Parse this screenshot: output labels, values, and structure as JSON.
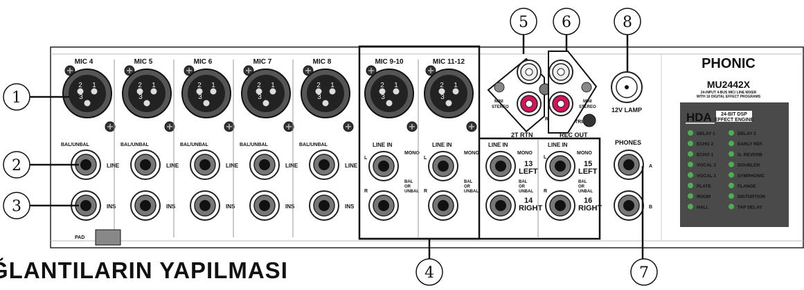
{
  "heading": "ĞLANTILARIN YAPILMASI",
  "mic_channels": [
    "MIC 4",
    "MIC 5",
    "MIC 6",
    "MIC 7",
    "MIC 8"
  ],
  "stereo_mics": [
    "MIC 9-10",
    "MIC 11-12"
  ],
  "bal_unbal": "BAL/UNBAL",
  "line": "LINE",
  "ins": "INS",
  "pad": "PAD",
  "line_in": "LINE IN",
  "mono": "MONO",
  "bal_or_unbal": [
    "BAL",
    "OR",
    "UNBAL"
  ],
  "l": "L",
  "r": "R",
  "ch13": [
    "13",
    "LEFT"
  ],
  "ch14": [
    "14",
    "RIGHT"
  ],
  "ch15": [
    "15",
    "LEFT"
  ],
  "ch16": [
    "16",
    "RIGHT"
  ],
  "two_tr_rtn": "2T RTN",
  "rec_out": "REC OUT",
  "mini_stereo": [
    "MINI",
    "STEREO"
  ],
  "trim": "TRIM",
  "lamp": "12V LAMP",
  "phones": "PHONES",
  "a": "A",
  "b": "B",
  "brand": "PHONIC",
  "model": "MU2442X",
  "model_sub1": "24-INPUT 4-BUS MIC/ LINE MIXER",
  "model_sub2": "WITH 16 DIGITAL EFFECT PROGRAMS",
  "hda": "HDA",
  "hda_sub1": "24-BIT DSP",
  "hda_sub2": "EFFECT ENGINE",
  "effects_left": [
    "DELAY 1",
    "ECHO 2",
    "ECHO 1",
    "VOCAL 2",
    "VOCAL 1",
    "PLATE",
    "ROOM",
    "HALL"
  ],
  "effects_right": [
    "DELAY 2",
    "EARLY REF.",
    "G. REVERB",
    "DOUBLER",
    "SYMPHONIC",
    "FLANGE",
    "DISTORTION",
    "TAP DELAY"
  ],
  "callouts": [
    "1",
    "2",
    "3",
    "4",
    "5",
    "6",
    "7",
    "8"
  ],
  "colors": {
    "panel": "#ffffff",
    "outline": "#222222",
    "hda_panel": "#4a4a4a",
    "led": "#4caf50",
    "rca_red": "#d4145a"
  }
}
